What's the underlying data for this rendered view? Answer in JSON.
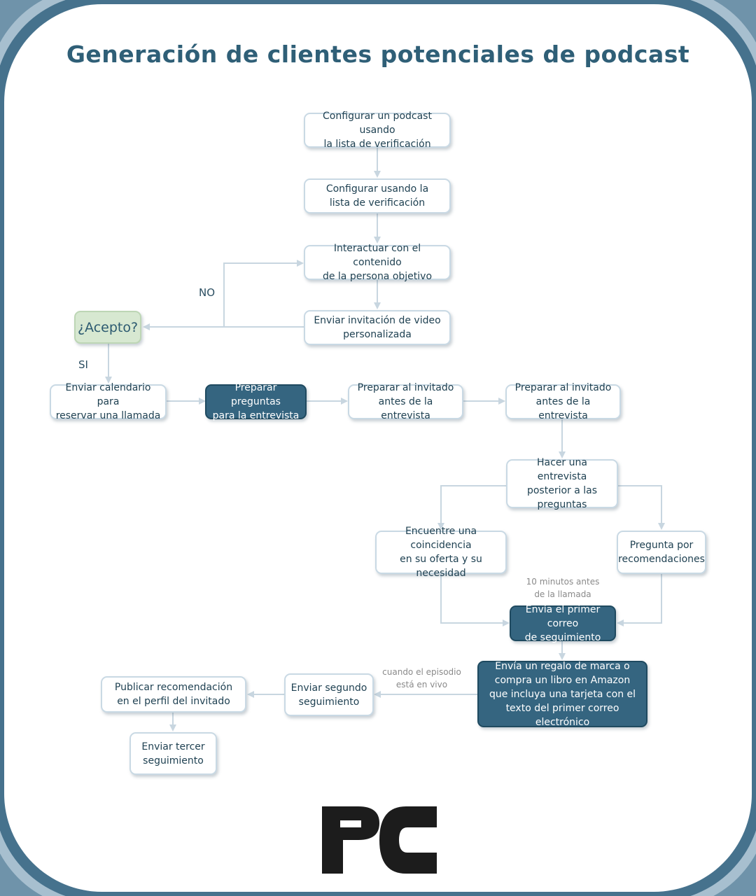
{
  "title": "Generación de clientes potenciales de podcast",
  "nodes": {
    "n1": "Configurar un podcast usando\nla lista de verificación",
    "n2": "Configurar usando la\nlista de verificación",
    "n3": "Interactuar con el contenido\nde la persona objetivo",
    "n4": "Enviar invitación de video\npersonalizada",
    "decision": "¿Acepto?",
    "n5": "Enviar calendario para\nreservar una llamada",
    "n6": "Preparar preguntas\npara la entrevista",
    "n7": "Preparar al invitado\nantes de la entrevista",
    "n8": "Preparar al invitado\nantes de la entrevista",
    "n9": "Hacer una entrevista\nposterior a las\npreguntas",
    "n10": "Encuentre una coincidencia\nen su oferta y su necesidad",
    "n11": "Pregunta por\nrecomendaciones",
    "n12": "Envía el primer correo\nde seguimiento",
    "n13": "Envía un regalo de marca o\ncompra un libro en Amazon\nque incluya una tarjeta con el\ntexto del primer correo electrónico",
    "n14": "Enviar segundo\nseguimiento",
    "n15": "Publicar recomendación\nen el perfil del invitado",
    "n16": "Enviar tercer\nseguimiento"
  },
  "labels": {
    "no": "NO",
    "si": "SI"
  },
  "notes": {
    "ten_minutes": "10 minutos antes\nde la llamada",
    "episode_live": "cuando el episodio\nestá en vivo"
  },
  "logo_text": "PC",
  "colors": {
    "title": "#2f5f77",
    "dark_node": "#356580",
    "decision_node": "#d7e8d1",
    "connector": "#c8d6e0",
    "frame_outer": "#3e6b86",
    "frame_inner": "#8aa9bd"
  }
}
